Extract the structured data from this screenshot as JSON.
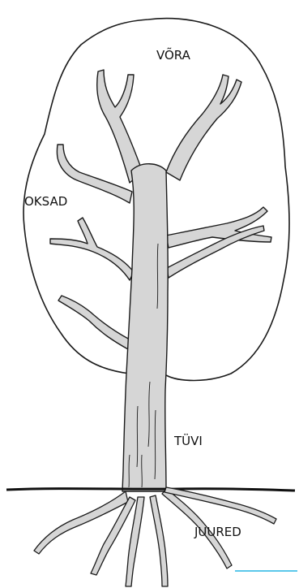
{
  "labels": {
    "crown": "VÕRA",
    "branches": "OKSAD",
    "trunk": "TÜVI",
    "roots": "JUURED"
  },
  "colors": {
    "wood": "#d6d6d6",
    "outline": "#1a1a1a",
    "background": "#ffffff",
    "accent_line": "#5bc8ea"
  }
}
